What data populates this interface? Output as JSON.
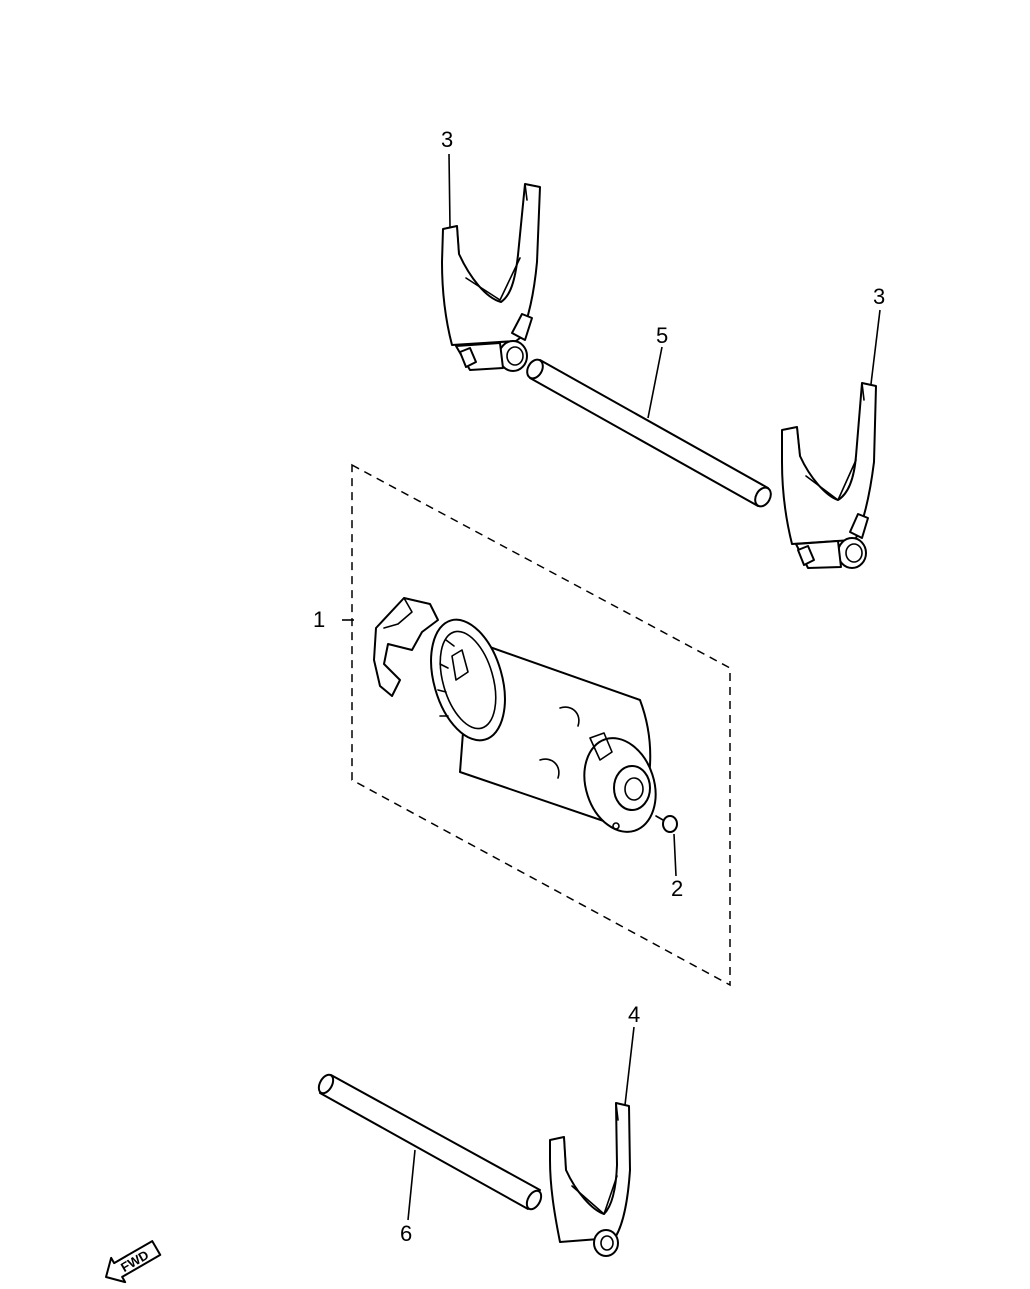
{
  "callouts": {
    "c1": "1",
    "c2": "2",
    "c3a": "3",
    "c3b": "3",
    "c4": "4",
    "c5": "5",
    "c6": "6"
  },
  "direction_badge": {
    "label": "FWD"
  },
  "colors": {
    "line": "#000000",
    "background": "#ffffff"
  }
}
